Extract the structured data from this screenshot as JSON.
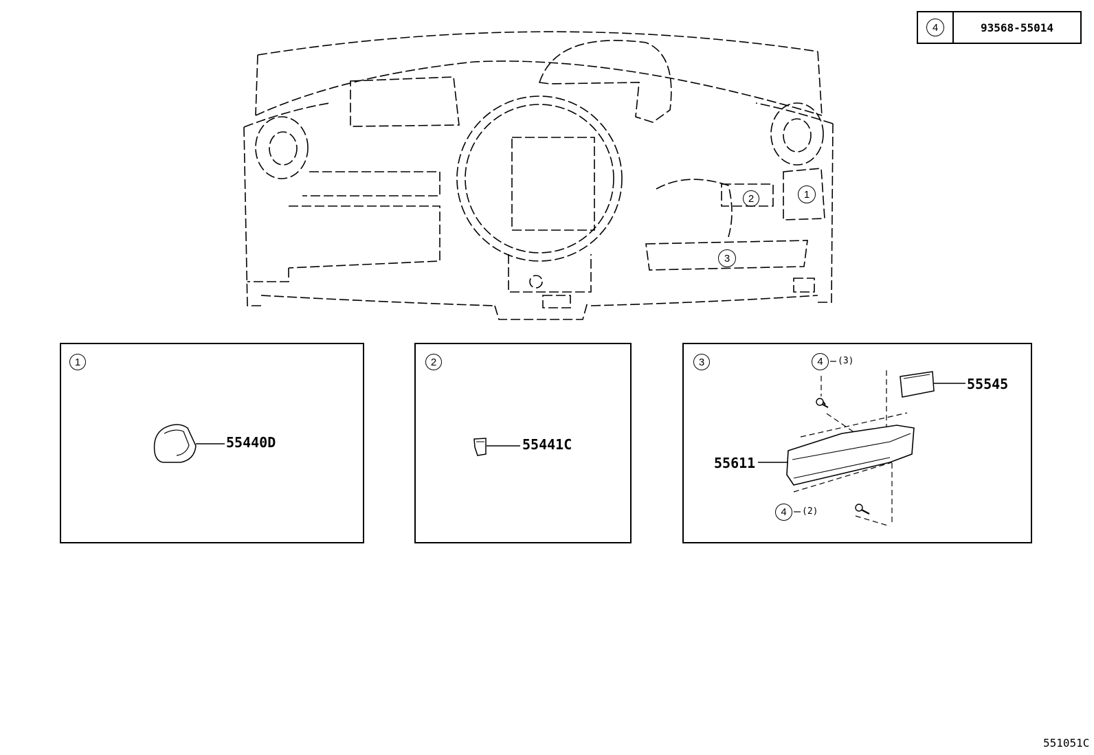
{
  "legend": {
    "key": "4",
    "part_number": "93568-55014"
  },
  "callouts": {
    "c1": "1",
    "c2": "2",
    "c3": "3"
  },
  "panels": [
    {
      "index": "1",
      "part": "55440D"
    },
    {
      "index": "2",
      "part": "55441C"
    },
    {
      "index": "3",
      "parts": {
        "a": "55545",
        "b": "55611"
      },
      "fasteners": [
        {
          "key": "4",
          "qty": "(3)"
        },
        {
          "key": "4",
          "qty": "(2)"
        }
      ]
    }
  ],
  "figure_code": "551051C",
  "icons": [
    "dashboard-outline",
    "knob-part",
    "clip-part",
    "glove-box-part",
    "cover-plate-part",
    "screw-icon"
  ]
}
